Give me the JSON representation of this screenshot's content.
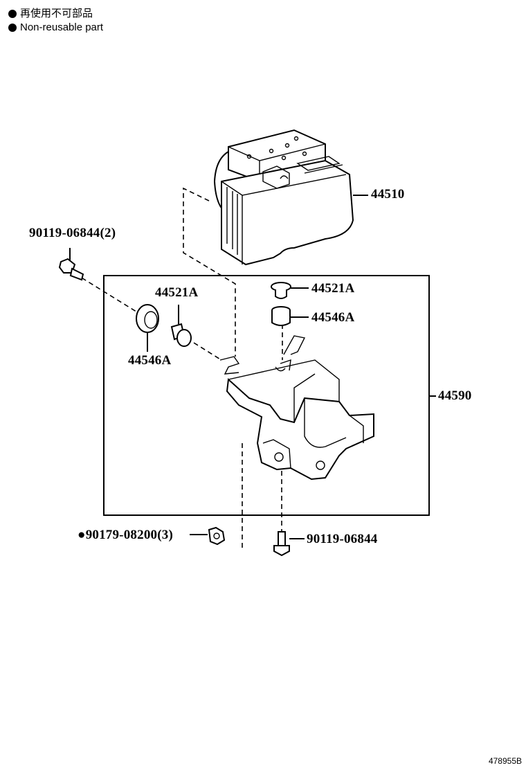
{
  "legend": {
    "items": [
      {
        "text": "再使用不可部品",
        "icon": "filled-circle"
      },
      {
        "text": "Non-reusable part",
        "icon": "filled-circle"
      }
    ]
  },
  "labels": {
    "abs_actuator": "44510",
    "bolt_top_left": "90119-06844(2)",
    "cushion_a_top_left": "44521A",
    "cushion_a_top_right": "44521A",
    "cushion_b_right": "44546A",
    "cushion_b_left": "44546A",
    "bracket": "44590",
    "nut": "90179-08200(3)",
    "nut_mark": "●",
    "bolt_bottom": "90119-06844"
  },
  "figure_id": "478955B"
}
